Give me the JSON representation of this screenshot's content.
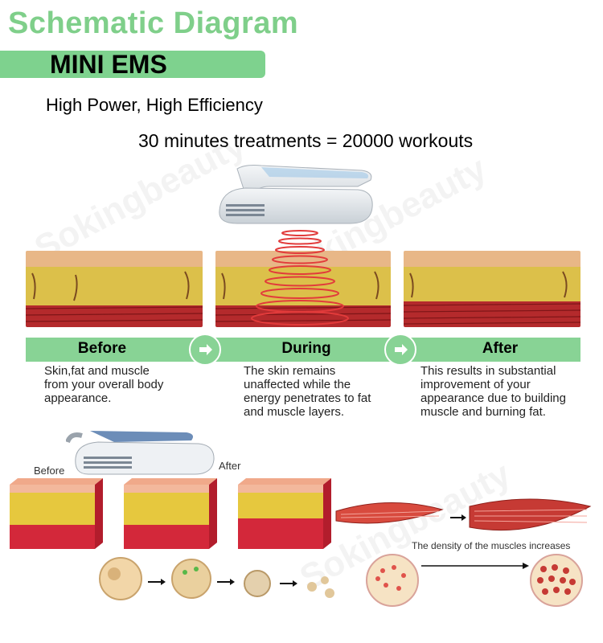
{
  "title": "Schematic Diagram",
  "product_label": "MINI EMS",
  "tagline": "High Power, High Efficiency",
  "equation": "30 minutes treatments = 20000 workouts",
  "stages": [
    {
      "label": "Before",
      "description": "Skin,fat and muscle from your overall body appearance."
    },
    {
      "label": "During",
      "description": "The skin remains unaffected while the energy penetrates to fat and muscle layers."
    },
    {
      "label": "After",
      "description": "This results in substantial improvement of your appearance due to building muscle and burning fat."
    }
  ],
  "lower": {
    "before_label": "Before",
    "after_label": "After",
    "muscle_caption": "The density of the muscles increases"
  },
  "watermark": "Sokingbeauty",
  "colors": {
    "accent": "#7fcf8a",
    "bar": "#88d395",
    "ring": "#e23b3b",
    "fat": "#e4c44a",
    "muscle": "#b7282b"
  }
}
